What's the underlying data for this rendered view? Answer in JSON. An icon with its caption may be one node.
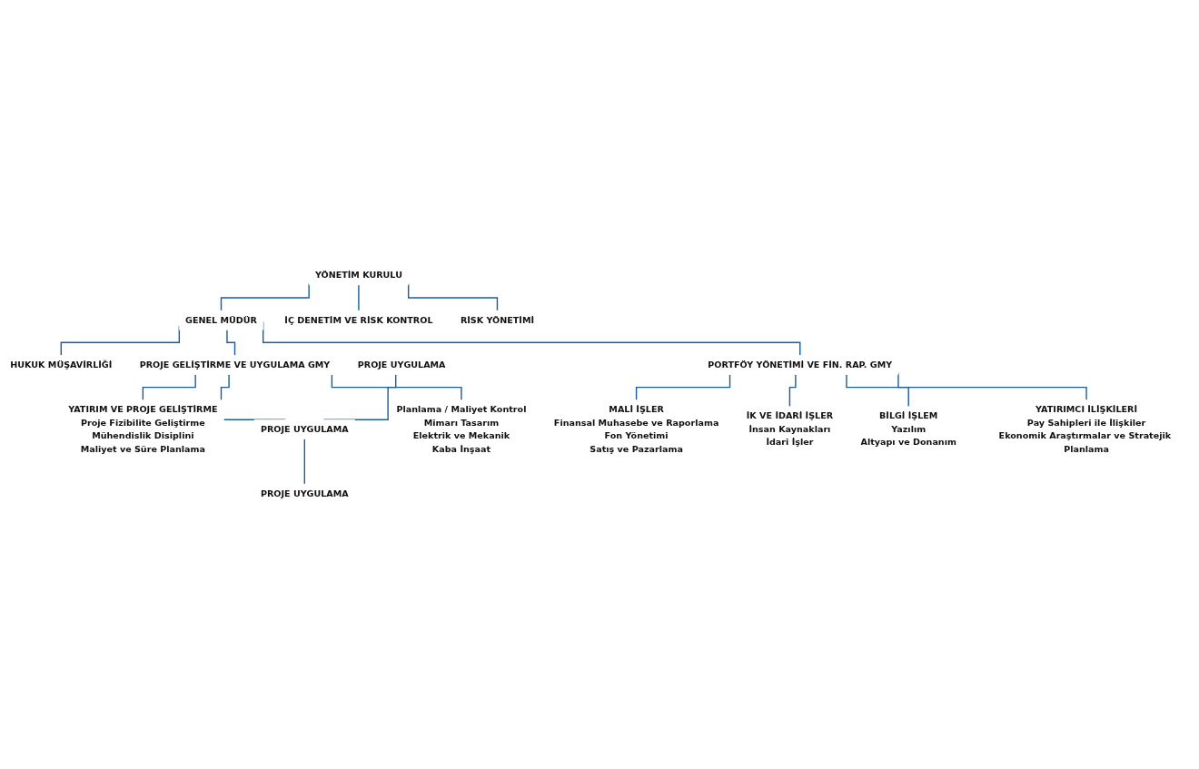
{
  "diagram": {
    "nodes": [
      {
        "text": [
          "YÖNETİM KURULU"
        ]
      },
      {
        "text": [
          "GENEL MÜDÜR"
        ]
      },
      {
        "text": [
          "İÇ DENETİM VE RİSK KONTROL"
        ]
      },
      {
        "text": [
          "RİSK YÖNETİMİ"
        ]
      },
      {
        "text": [
          "HUKUK MÜŞAVİRLİĞİ"
        ]
      },
      {
        "text": [
          "PROJE GELİŞTİRME VE UYGULAMA GMY"
        ]
      },
      {
        "text": [
          "PORTFÖY YÖNETİMİ VE FİN. RAP. GMY"
        ]
      },
      {
        "text": [
          "YATIRIM VE PROJE GELİŞTİRME",
          "Proje Fizibilite Geliştirme",
          "Mühendislik Disiplini",
          "Maliyet ve Süre Planlama"
        ]
      },
      {
        "text": [
          "PROJE UYGULAMA"
        ]
      },
      {
        "text": [
          "PROJE UYGULAMA"
        ]
      },
      {
        "text": [
          "PROJE UYGULAMA"
        ]
      },
      {
        "text": [
          "Planlama / Maliyet Kontrol",
          "Mimarı Tasarım",
          "Elektrik ve Mekanik",
          "Kaba İnşaat"
        ]
      },
      {
        "text": [
          "MALİ İŞLER",
          "Finansal Muhasebe ve Raporlama",
          "Fon Yönetimi",
          "Satış ve Pazarlama"
        ]
      },
      {
        "text": [
          "İK VE İDARİ İŞLER",
          "İnsan Kaynakları",
          "İdari İşler"
        ]
      },
      {
        "text": [
          "BİLGİ İŞLEM",
          "Yazılım",
          "Altyapı ve Donanım"
        ]
      },
      {
        "text": [
          "YATIRIMCI İLİŞKİLERİ",
          "Pay Sahipleri ile İlişkiler",
          "Ekonomik Araştırmalar ve Stratejik Planlama"
        ]
      }
    ],
    "edges": [
      {
        "from": 0,
        "to": 1,
        "arrow": "none"
      },
      {
        "from": 0,
        "to": 2,
        "arrow": "none"
      },
      {
        "from": 0,
        "to": 3,
        "arrow": "none"
      },
      {
        "from": 1,
        "to": 4,
        "arrow": "none"
      },
      {
        "from": 1,
        "to": 5,
        "arrow": "none"
      },
      {
        "from": 1,
        "to": 6,
        "arrow": "none"
      },
      {
        "from": 5,
        "to": 7,
        "arrow": "none"
      },
      {
        "from": 5,
        "to": 9,
        "arrow": "none"
      },
      {
        "from": 8,
        "to": 9,
        "arrow": "none"
      },
      {
        "from": 9,
        "to": 10,
        "arrow": "none"
      },
      {
        "from": 5,
        "to": 11,
        "arrow": "none"
      },
      {
        "from": 6,
        "to": 12,
        "arrow": "none"
      },
      {
        "from": 6,
        "to": 13,
        "arrow": "none"
      },
      {
        "from": 6,
        "to": 14,
        "arrow": "none"
      },
      {
        "from": 6,
        "to": 15,
        "arrow": "none"
      }
    ]
  }
}
